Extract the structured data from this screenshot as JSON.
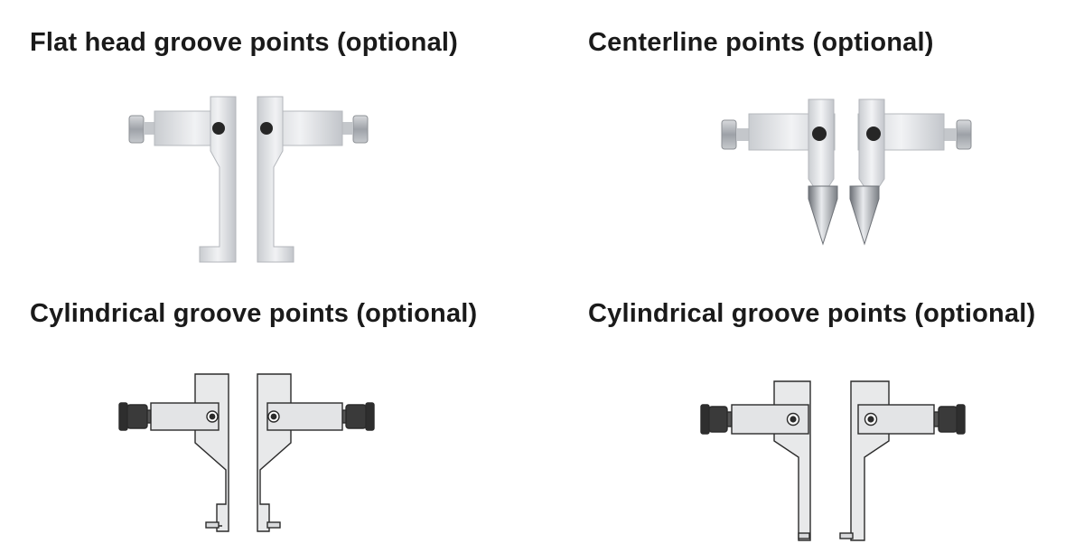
{
  "panels": [
    {
      "id": "flat-head",
      "caption": "Flat head groove points (optional)"
    },
    {
      "id": "centerline",
      "caption": "Centerline points (optional)"
    },
    {
      "id": "cylindrical-left",
      "caption": "Cylindrical groove points (optional)"
    },
    {
      "id": "cylindrical-right",
      "caption": "Cylindrical groove points (optional)"
    }
  ]
}
